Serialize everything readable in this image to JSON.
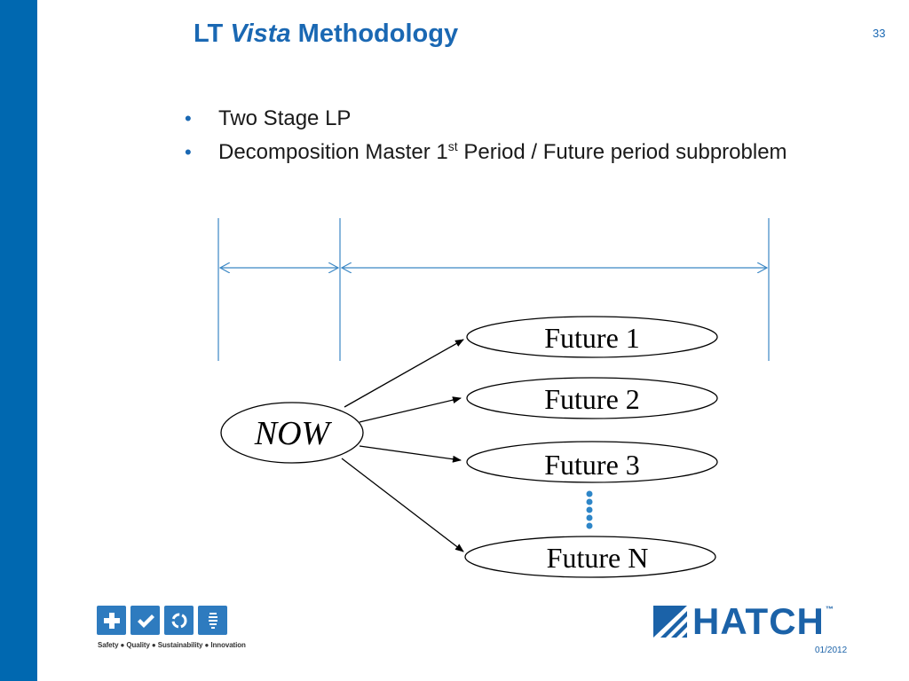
{
  "slide": {
    "title_prefix": "LT",
    "title_italic": "Vista",
    "title_suffix": "Methodology",
    "number": "33"
  },
  "bullets": [
    {
      "text": "Two Stage LP"
    },
    {
      "text_before": "Decomposition Master 1",
      "superscript": "st",
      "text_after": " Period / Future period subproblem"
    }
  ],
  "diagram": {
    "origin": "NOW",
    "futures": [
      "Future 1",
      "Future 2",
      "Future 3",
      "Future N"
    ]
  },
  "footer": {
    "values_caption": "Safety ● Quality ● Sustainability ● Innovation",
    "values_icons": [
      "plus-icon",
      "check-icon",
      "recycle-icon",
      "lightbulb-icon"
    ],
    "logo_text": "HATCH",
    "trademark": "™",
    "date": "01/2012"
  },
  "colors": {
    "brand_blue": "#0068b0",
    "title_blue": "#1a68b3",
    "dots_blue": "#2e86c8"
  }
}
